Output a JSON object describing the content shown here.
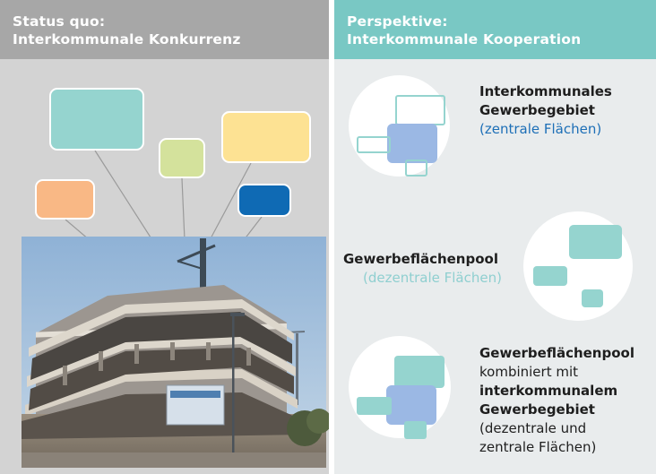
{
  "left_panel": {
    "title_line1": "Status quo:",
    "title_line2": "Interkommunale Konkurrenz"
  },
  "right_panel": {
    "title_line1": "Perspektive:",
    "title_line2": "Interkommunale Kooperation",
    "item1": {
      "line1": "Interkommunales",
      "line2": "Gewerbegebiet",
      "line3": "(zentrale Flächen)"
    },
    "item2": {
      "line1": "Gewerbeflächenpool",
      "line2": "(dezentrale Flächen)"
    },
    "item3": {
      "line1": "Gewerbeflächenpool",
      "line2": "kombiniert mit",
      "line3": "interkommunalem",
      "line4": "Gewerbegebiet",
      "line5": "(dezentrale und",
      "line6": "zentrale Flächen)"
    }
  },
  "colors": {
    "teal": "#95d4cf",
    "yellow_green": "#d4e29c",
    "yellow": "#fde293",
    "orange": "#f9b885",
    "blue": "#0f6ab4",
    "lavender": "#9bb8e4",
    "header_grey": "#a7a7a7",
    "header_teal": "#79c8c4"
  }
}
